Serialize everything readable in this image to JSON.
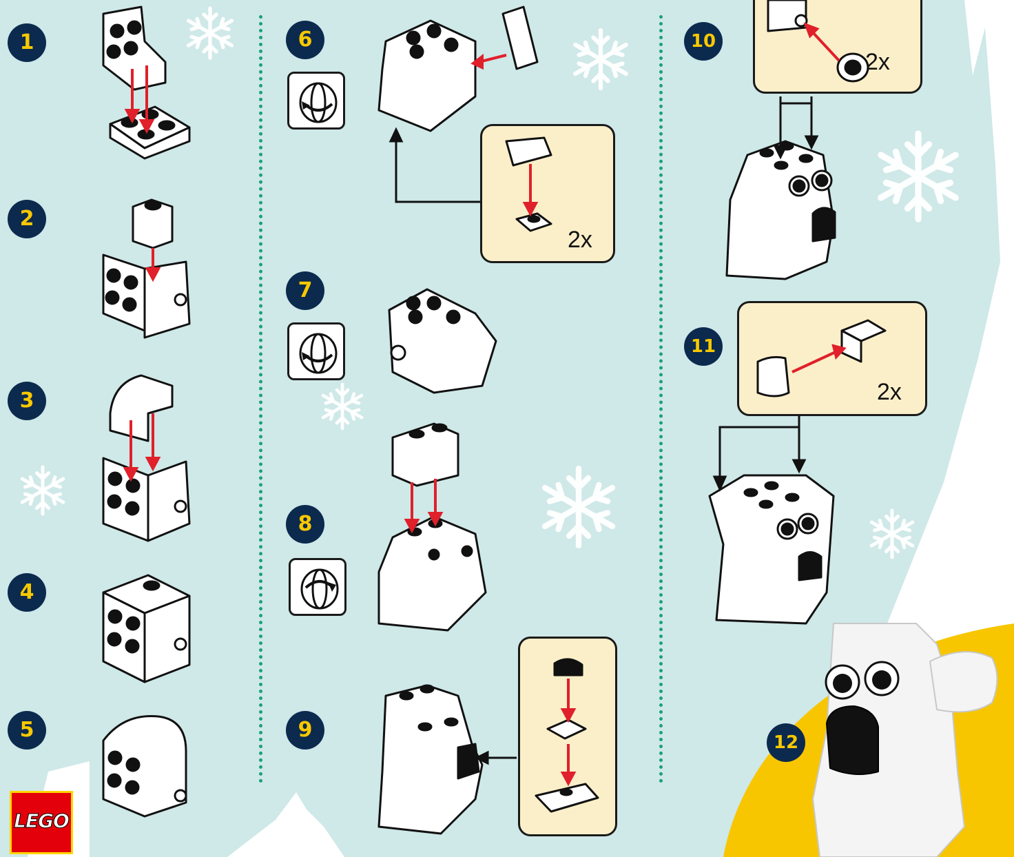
{
  "brand": {
    "logo_text": "LEGO"
  },
  "steps": [
    {
      "number": "1"
    },
    {
      "number": "2"
    },
    {
      "number": "3"
    },
    {
      "number": "4"
    },
    {
      "number": "5"
    },
    {
      "number": "6"
    },
    {
      "number": "7"
    },
    {
      "number": "8"
    },
    {
      "number": "9"
    },
    {
      "number": "10"
    },
    {
      "number": "11"
    },
    {
      "number": "12"
    }
  ],
  "callouts": {
    "step6_multiplier": "2x",
    "step10_multiplier": "2x",
    "step11_multiplier": "2x"
  },
  "icons": {
    "rotate": "rotate-model-icon",
    "snowflake": "snowflake-icon",
    "arrow": "assembly-arrow-icon"
  },
  "colors": {
    "background": "#cfe8e8",
    "badge": "#0b2a4e",
    "badge_text": "#f8c800",
    "divider": "#1ba07a",
    "callout_fill": "#fbefc9",
    "arrow_red": "#e0202a",
    "finale_yellow": "#f7c600"
  }
}
